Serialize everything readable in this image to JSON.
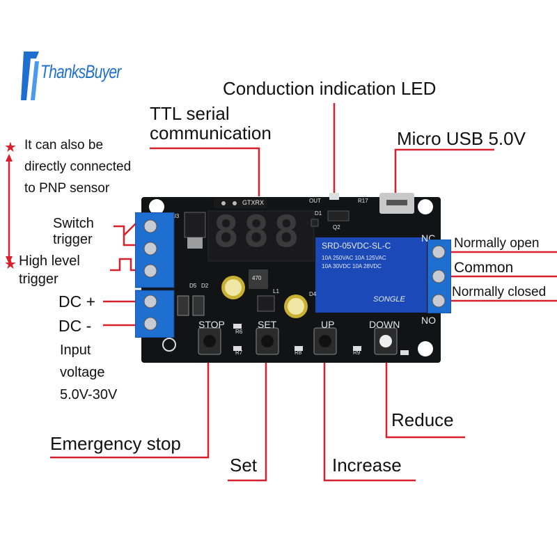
{
  "brand": {
    "name": "ThanksBuyer"
  },
  "callouts": {
    "conduction_led": "Conduction indication LED",
    "ttl_line1": "TTL serial",
    "ttl_line2": "communication",
    "micro_usb": "Micro USB 5.0V",
    "pnp_line1": "It can also be",
    "pnp_line2": "directly connected",
    "pnp_line3": "to PNP sensor",
    "switch_line1": "Switch",
    "switch_line2": "trigger",
    "high_line1": "High level",
    "high_line2": "trigger",
    "dc_plus": "DC +",
    "dc_minus": "DC -",
    "input_line1": "Input",
    "input_line2": "voltage",
    "input_line3": "5.0V-30V",
    "normally_open": "Normally open",
    "common": "Common",
    "normally_closed": "Normally closed",
    "emergency_stop": "Emergency stop",
    "set": "Set",
    "increase": "Increase",
    "reduce": "Reduce"
  },
  "board": {
    "digits": "888",
    "silk": {
      "stop": "STOP",
      "set": "SET",
      "up": "UP",
      "down": "DOWN",
      "nc": "NC",
      "no": "NO",
      "gtxrx": "GTXRX",
      "out": "OUT",
      "u3": "U3",
      "d1": "D1",
      "q2": "Q2",
      "r17": "R17",
      "d4": "D4",
      "l1": "L1",
      "d5": "D5",
      "d2": "D2",
      "r6": "R6",
      "r7": "R7",
      "r8": "R8",
      "r9": "R9",
      "inductor": "470"
    },
    "relay": {
      "model": "SRD-05VDC-SL-C",
      "rating1": "10A 250VAC  10A 125VAC",
      "rating2": "10A 30VDC  10A 28VDC",
      "brand": "SONGLE"
    }
  },
  "colors": {
    "accent_red": "#d8202c",
    "pcb": "#111214",
    "terminal": "#1f6fd1",
    "relay": "#1c49b8",
    "brand_blue": "#1e6fd0"
  }
}
